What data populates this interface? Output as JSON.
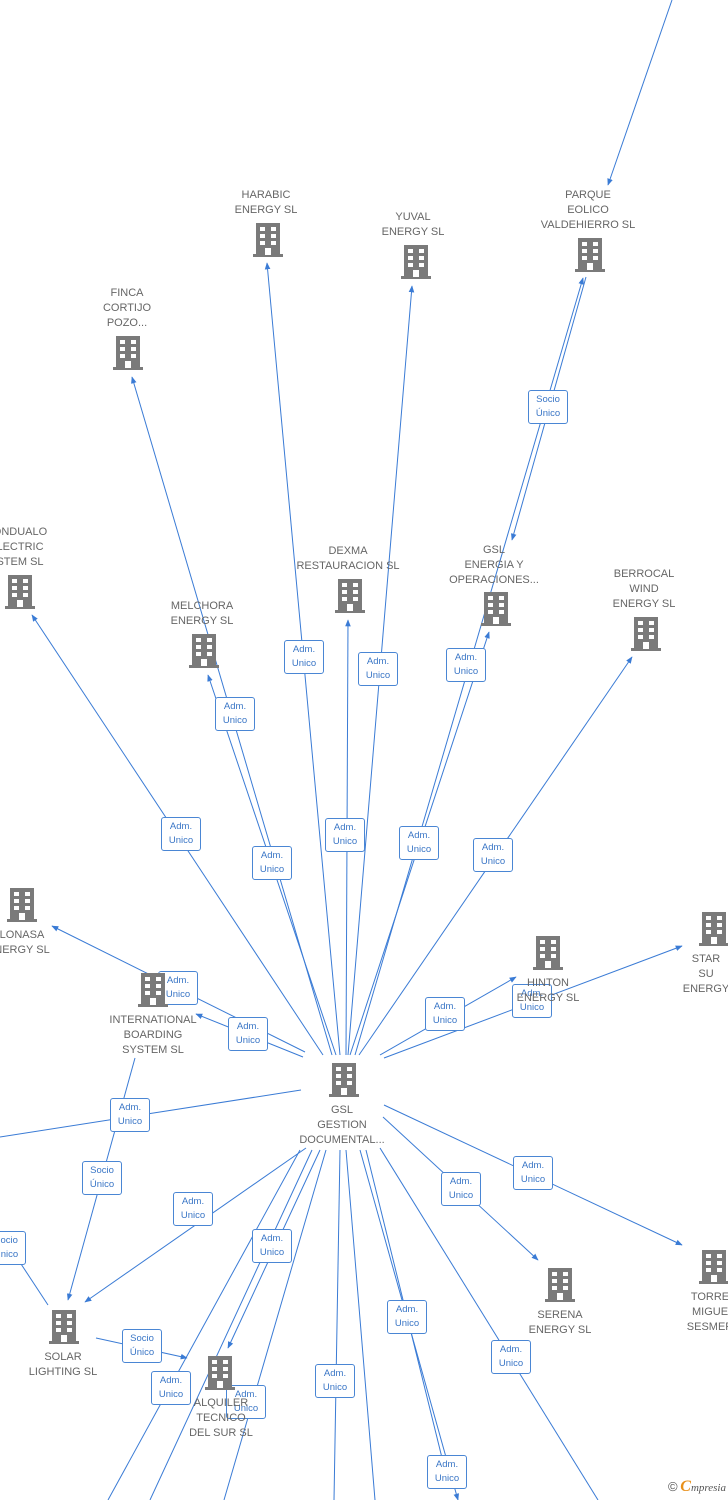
{
  "nodes": [
    {
      "id": "center",
      "label": "GSL\nGESTION\nDOCUMENTAL..."
    },
    {
      "id": "harabic",
      "label": "HARABIC\nENERGY  SL"
    },
    {
      "id": "yuval",
      "label": "YUVAL\nENERGY  SL"
    },
    {
      "id": "parque",
      "label": "PARQUE\nEOLICO\nVALDEHIERRO SL"
    },
    {
      "id": "finca",
      "label": "FINCA\nCORTIJO\nPOZO..."
    },
    {
      "id": "ondualo",
      "label": "ONDUALO\nLECTRIC\nSTEM  SL"
    },
    {
      "id": "dexma",
      "label": "DEXMA\nRESTAURACION SL"
    },
    {
      "id": "gsl_energia",
      "label": "GSL\nENERGIA Y\nOPERACIONES..."
    },
    {
      "id": "berrocal",
      "label": "BERROCAL\nWIND\nENERGY  SL"
    },
    {
      "id": "melchora",
      "label": "MELCHORA\nENERGY  SL"
    },
    {
      "id": "lonasa",
      "label": "LONASA\nNERGY  SL"
    },
    {
      "id": "international",
      "label": "INTERNATIONAL\nBOARDING\nSYSTEM  SL"
    },
    {
      "id": "hinton",
      "label": "HINTON\nENERGY  SL"
    },
    {
      "id": "star",
      "label": "STAR SU\nENERGY"
    },
    {
      "id": "serena",
      "label": "SERENA\nENERGY  SL"
    },
    {
      "id": "torre",
      "label": "TORRE\nMIGUE\nSESMER"
    },
    {
      "id": "solar",
      "label": "SOLAR\nLIGHTING SL"
    },
    {
      "id": "alquiler",
      "label": "ALQUILER\nTECNICO\nDEL SUR SL"
    }
  ],
  "edges": [
    {
      "label": "Socio\nÚnico"
    },
    {
      "label": "Adm.\nUnico"
    },
    {
      "label": "Adm.\nUnico"
    },
    {
      "label": "Adm.\nUnico"
    },
    {
      "label": "Adm.\nUnico"
    },
    {
      "label": "Adm.\nUnico"
    },
    {
      "label": "Adm.\nUnico"
    },
    {
      "label": "Adm.\nUnico"
    },
    {
      "label": "Adm.\nUnico"
    },
    {
      "label": "Adm.\nUnico"
    },
    {
      "label": "Adm.\nUnico"
    },
    {
      "label": "Adm.\nUnico"
    },
    {
      "label": "Adm.\nUnico"
    },
    {
      "label": "Adm.\nUnico"
    },
    {
      "label": "Adm.\nUnico"
    },
    {
      "label": "Adm.\nUnico"
    },
    {
      "label": "Adm.\nUnico"
    },
    {
      "label": "Adm.\nUnico"
    },
    {
      "label": "Socio\nÚnico"
    },
    {
      "label": "Adm.\nUnico"
    },
    {
      "label": "Adm.\nUnico"
    },
    {
      "label": "Socio\nÚnico"
    },
    {
      "label": "Socio\nÚnico"
    },
    {
      "label": "Adm.\nUnico"
    },
    {
      "label": "Adm.\nUnico"
    },
    {
      "label": "Adm.\nUnico"
    },
    {
      "label": "Adm.\nUnico"
    },
    {
      "label": "Adm.\nUnico"
    },
    {
      "label": "Adm.\nUnico"
    },
    {
      "label": "Adm.\nUnico"
    }
  ],
  "footer": {
    "copyright": "©",
    "brand_first": "C",
    "brand_rest": "mpresia"
  },
  "colors": {
    "edge": "#3a7bd5",
    "node_icon": "#7a7a7a",
    "label_text": "#666666"
  }
}
